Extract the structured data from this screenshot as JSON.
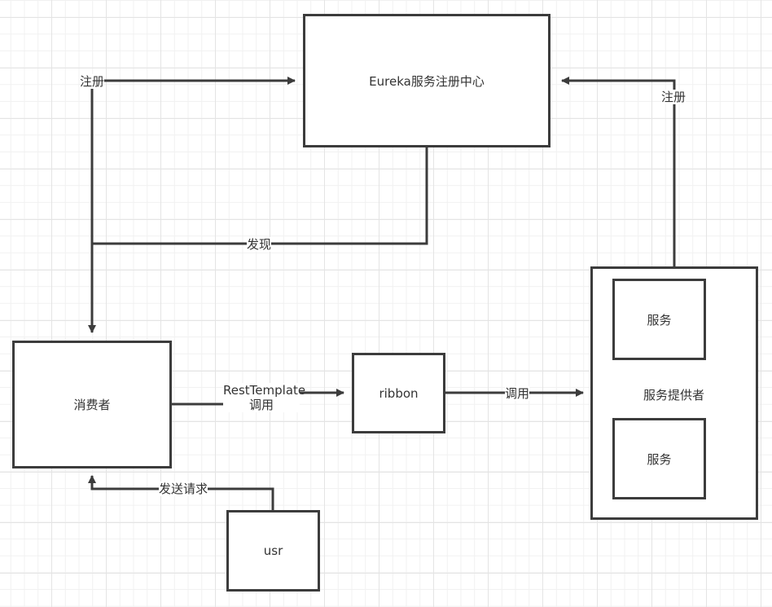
{
  "nodes": {
    "eureka": "Eureka服务注册中心",
    "consumer": "消费者",
    "ribbon": "ribbon",
    "provider": "服务提供者",
    "service_1": "服务",
    "service_2": "服务",
    "usr": "usr"
  },
  "edges": {
    "consumer_register": "注册",
    "provider_register": "注册",
    "discover": "发现",
    "rest_template_line1": "RestTemplate",
    "rest_template_line2": "调用",
    "ribbon_call": "调用",
    "send_request": "发送请求"
  },
  "colors": {
    "stroke": "#3c3c3c",
    "text": "#333333",
    "grid_major": "#e4e4e4",
    "grid_minor": "#f1f1f1"
  }
}
